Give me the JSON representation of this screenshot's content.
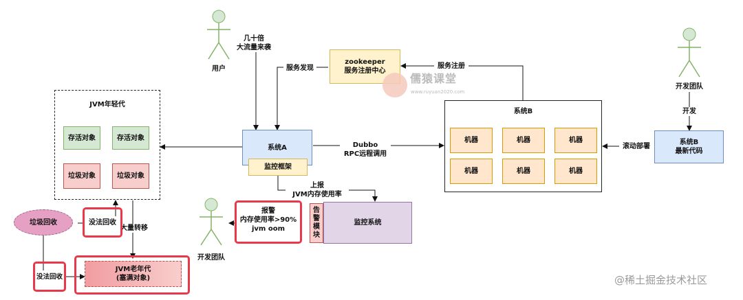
{
  "actors": {
    "user": "用户",
    "dev_team_top": "开发团队",
    "dev_team_bottom": "开发团队"
  },
  "labels": {
    "traffic_line1": "几十倍",
    "traffic_line2": "大流量来袭",
    "service_discovery": "服务发现",
    "service_register": "服务注册",
    "dev": "开发",
    "rolling_deploy": "滚动部署",
    "dubbo_line1": "Dubbo",
    "dubbo_line2": "RPC远程调用",
    "report_line1": "上报",
    "report_line2": "JVM内存使用率",
    "mass_transfer": "大量转移"
  },
  "zookeeper": {
    "line1": "zookeeper",
    "line2": "服务注册中心"
  },
  "watermark": {
    "brand": "儒猿课堂",
    "url": "www.ruyuan2020.com"
  },
  "young_gen": {
    "title": "JVM年轻代",
    "survivors": [
      "存活对象",
      "存活对象"
    ],
    "garbage": [
      "垃圾对象",
      "垃圾对象"
    ]
  },
  "system_a": {
    "label": "系统A",
    "monitor_framework": "监控框架"
  },
  "system_b": {
    "title": "系统B",
    "machines": [
      "机器",
      "机器",
      "机器",
      "机器",
      "机器",
      "机器"
    ],
    "latest_line1": "系统B",
    "latest_line2": "最新代码"
  },
  "monitoring": {
    "system": "监控系统",
    "alert_module": "告警模块",
    "alarm_line1": "报警",
    "alarm_line2": "内存使用率>90%",
    "alarm_line3": "jvm oom"
  },
  "gc": {
    "garbage_collection": "垃圾回收",
    "no_reclaim_1": "没法回收",
    "no_reclaim_2": "没法回收"
  },
  "old_gen": {
    "line1": "JVM老年代",
    "line2": "(塞满对象)"
  },
  "footer": {
    "credit": "@稀土掘金技术社区"
  },
  "colors": {
    "highlight": "#e8384a",
    "green_fill": "#d5e8d4",
    "red_fill": "#f8cecc",
    "orange_fill": "#ffe6cc",
    "blue_fill": "#dae8fc",
    "yellow_fill": "#fff2cc",
    "purple_fill": "#e1d5e7"
  }
}
